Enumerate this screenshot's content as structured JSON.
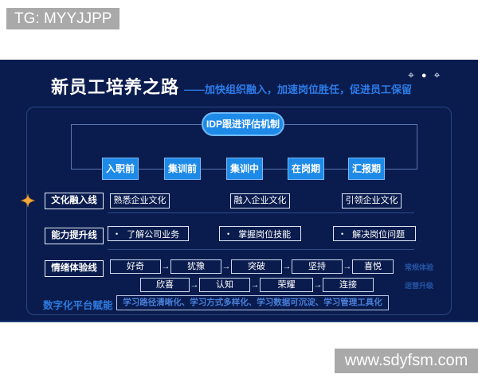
{
  "page": {
    "tg_badge": "TG: MYYJJPP",
    "watermark": "www.sdyfsm.com"
  },
  "slide": {
    "title": "新员工培养之路",
    "subtitle": "——加快组织融入，加速岗位胜任，促进员工保留",
    "idp_label": "IDP跟进评估机制",
    "stages": [
      "入职前",
      "集训前",
      "集训中",
      "在岗期",
      "汇报期"
    ],
    "row_culture": {
      "label": "文化融入线",
      "items": [
        "熟悉企业文化",
        "融入企业文化",
        "引领企业文化"
      ]
    },
    "row_ability": {
      "label": "能力提升线",
      "bullet": "•",
      "items": [
        "了解公司业务",
        "掌握岗位技能",
        "解决岗位问题"
      ]
    },
    "row_emotion": {
      "label": "情绪体验线",
      "line1": {
        "steps": [
          "好奇",
          "犹豫",
          "突破",
          "坚持",
          "喜悦"
        ],
        "tag": "常规体验"
      },
      "line2": {
        "steps": [
          "欣喜",
          "认知",
          "荣耀",
          "连接"
        ],
        "tag": "运营升级"
      }
    },
    "row_digital": {
      "label": "数字化平台赋能",
      "box": "学习路径清晰化、学习方式多样化、学习数据可沉淀、学习管理工具化"
    }
  },
  "icons": {
    "crosshair": "⌖",
    "dot": "●",
    "arrow": "→",
    "star": "four-pointed-gold-star"
  },
  "colors": {
    "slide_bg": "#0a1c4e",
    "stage_box_blue": "#1e8ae8",
    "stage_box_border": "#79bdf5",
    "subtitle_blue": "#2d7ce8",
    "digital_text_blue": "#4a80da",
    "tag_blue": "#2456a8",
    "badge_gray": "#a9a9a9",
    "star_gold": "#f3a83c",
    "connector_line": "#5a74ad"
  }
}
